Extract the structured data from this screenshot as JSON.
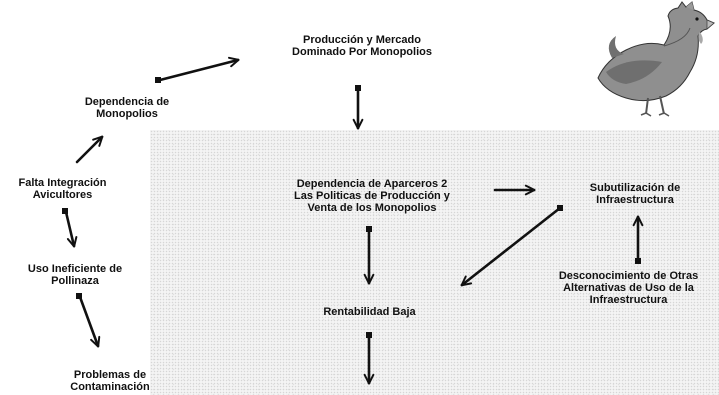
{
  "nodes": {
    "produccion_mercado": [
      "Producción y Mercado",
      "Dominado Por Monopolios"
    ],
    "dependencia_monopolios": [
      "Dependencia de",
      "Monopolios"
    ],
    "falta_integracion": [
      "Falta Integración",
      "Avicultores"
    ],
    "uso_ineficiente": [
      "Uso Ineficiente de",
      "Pollinaza"
    ],
    "problemas_contaminacion": [
      "Problemas de",
      "Contaminación"
    ],
    "dependencia_aparceros": [
      "Dependencia de Aparceros 2",
      "Las Politicas de Producción y",
      "Venta de los Monopolios"
    ],
    "subutilizacion": [
      "Subutilización de",
      "Infraestructura"
    ],
    "rentabilidad_baja": [
      "Rentabilidad Baja"
    ],
    "desconocimiento": [
      "Desconocimiento de Otras",
      "Alternativas de Uso de la",
      "Infraestructura"
    ]
  },
  "colors": {
    "text": "#111111",
    "arrow": "#111111",
    "background": "#ffffff"
  },
  "decorations": {
    "image": "hen-illustration"
  }
}
